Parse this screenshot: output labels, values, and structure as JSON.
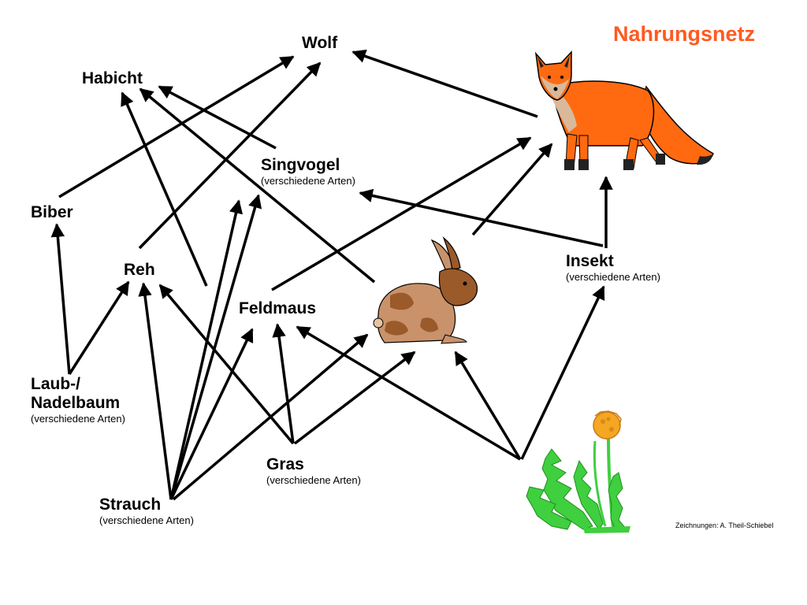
{
  "title": "Nahrungsnetz",
  "title_color": "#ff5a1f",
  "credit": "Zeichnungen: A. Theil-Schiebel",
  "nodes": {
    "wolf": {
      "name": "Wolf"
    },
    "habicht": {
      "name": "Habicht"
    },
    "singvogel": {
      "name": "Singvogel",
      "sub": "(verschiedene Arten)"
    },
    "biber": {
      "name": "Biber"
    },
    "reh": {
      "name": "Reh"
    },
    "feldmaus": {
      "name": "Feldmaus"
    },
    "insekt": {
      "name": "Insekt",
      "sub": "(verschiedene Arten)"
    },
    "laub": {
      "name1": "Laub-/",
      "name2": "Nadelbaum",
      "sub": "(verschiedene Arten)"
    },
    "gras": {
      "name": "Gras",
      "sub": "(verschiedene Arten)"
    },
    "strauch": {
      "name": "Strauch",
      "sub": "(verschiedene Arten)"
    }
  },
  "illustrations": {
    "fox": "fox-illustration",
    "rabbit": "rabbit-illustration",
    "dandelion": "dandelion-illustration"
  },
  "colors": {
    "fox_orange": "#ff6a10",
    "fox_cream": "#d9b99a",
    "rabbit_light": "#c9926a",
    "rabbit_dark": "#9a5a2a",
    "dandelion_flower": "#f5a623",
    "dandelion_leaf": "#3fcf3f"
  }
}
